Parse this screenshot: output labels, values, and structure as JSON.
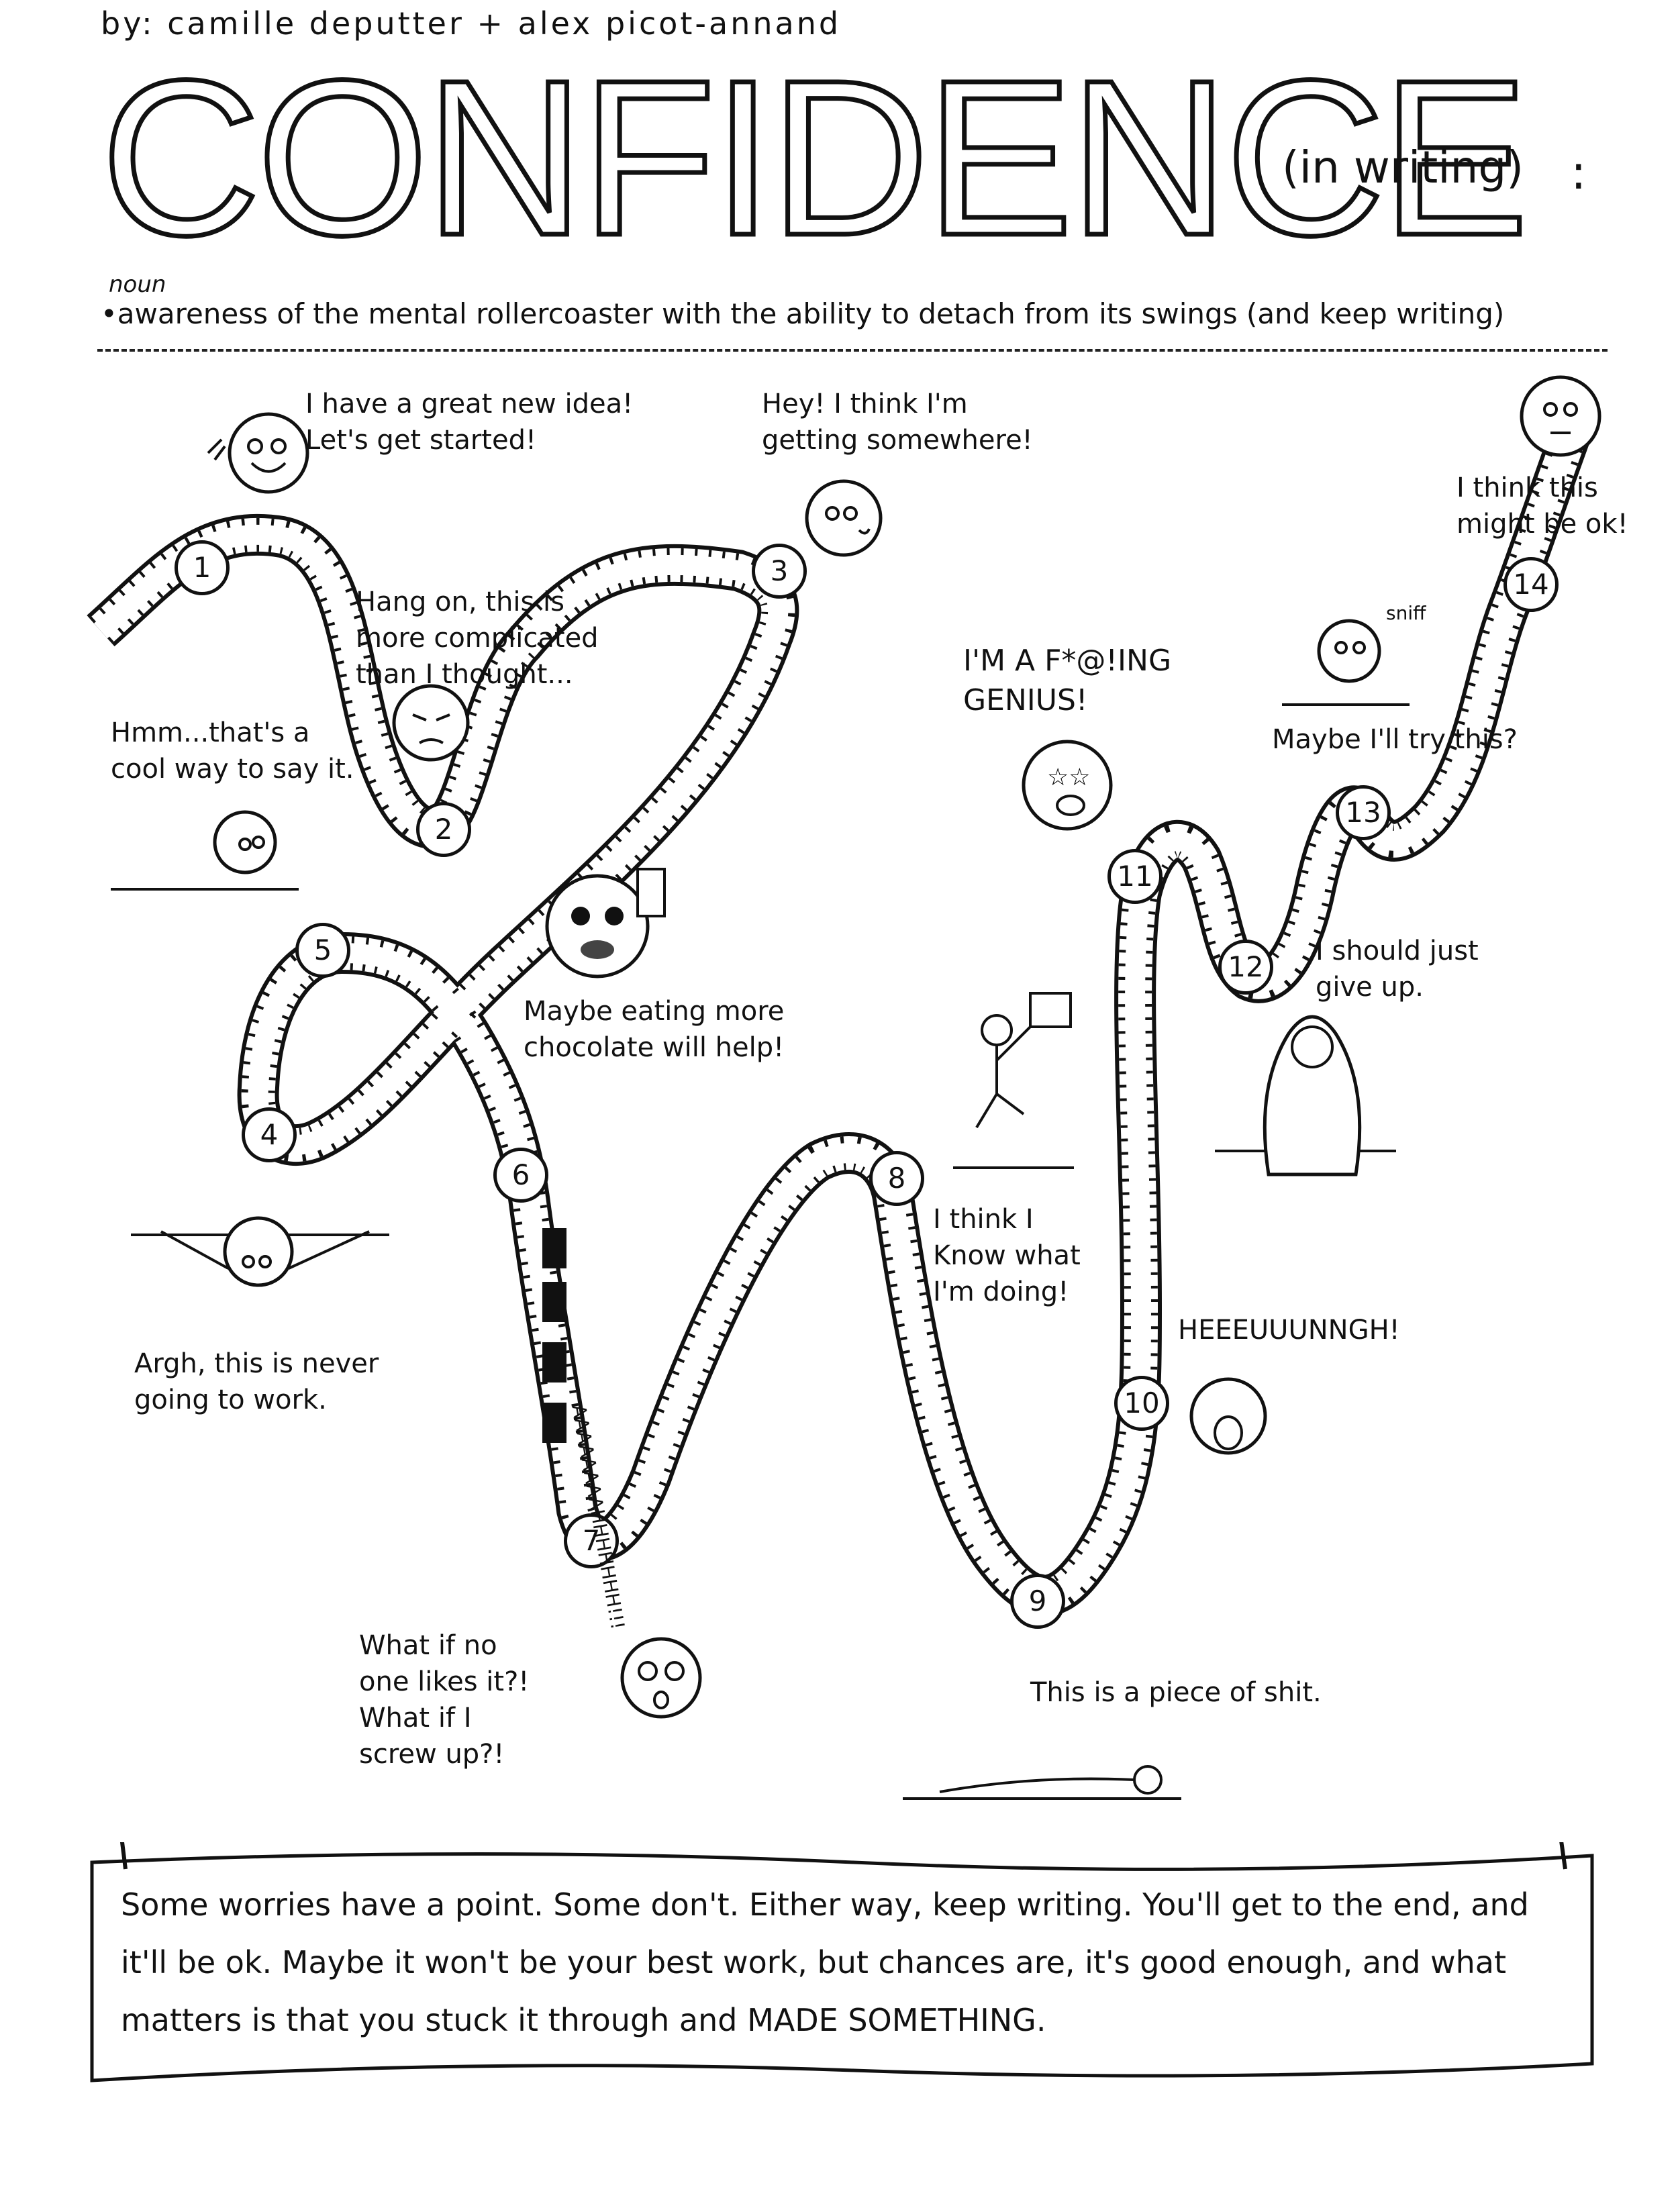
{
  "header": {
    "byline": "by: camille deputter + alex picot-annand",
    "title": "CONFIDENCE",
    "subtitle": "(in writing)",
    "subtitle_punct": ":",
    "part_of_speech": "noun",
    "definition": "•awareness of the mental rollercoaster with the ability to detach from its swings (and keep writing)"
  },
  "quotes": {
    "q1": "I have a great new idea!\nLet's get started!",
    "q3": "Hey! I think I'm\ngetting somewhere!",
    "q14": "I think this\nmight be ok!",
    "q2": "Hang on, this is\nmore complicated\nthan I thought...",
    "hmm": "Hmm...that's a\ncool way to say it.",
    "genius": "I'M A F*@!ING\nGENIUS!",
    "sniff": "sniff",
    "try": "Maybe I'll try this?",
    "chocolate": "Maybe eating more\nchocolate will help!",
    "giveup": "I should just\ngive up.",
    "argh": "Argh, this is never\ngoing to work.",
    "know": "I think I\nKnow what\nI'm doing!",
    "scream": "AAAAAAAAHHHHHHH!!!",
    "heeeu": "HEEEUUUNNGH!",
    "whatif": "What if no\none likes it?!\nWhat if I\nscrew up?!",
    "shit": "This is a piece of shit."
  },
  "stations": [
    "1",
    "2",
    "3",
    "4",
    "5",
    "6",
    "7",
    "8",
    "9",
    "10",
    "11",
    "12",
    "13",
    "14"
  ],
  "banner": {
    "text": "Some worries have a point. Some don't. Either way, keep writing. You'll get to the end, and it'll be ok. Maybe it won't be your best work, but chances are, it's good enough, and what matters is that you stuck it through and MADE SOMETHING."
  }
}
